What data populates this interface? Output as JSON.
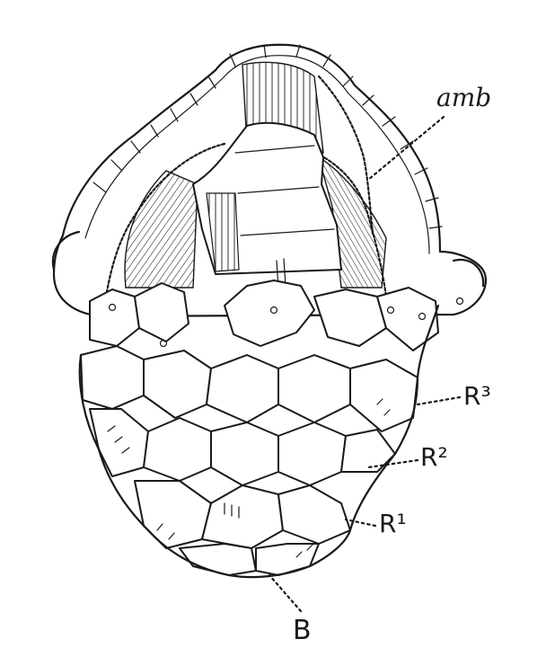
{
  "labels": {
    "amb": "amb",
    "r3": "R³",
    "r2": "R²",
    "r1": "R¹",
    "b": "B"
  },
  "colors": {
    "ink": "#1a1a1a",
    "paper": "#ffffff"
  }
}
